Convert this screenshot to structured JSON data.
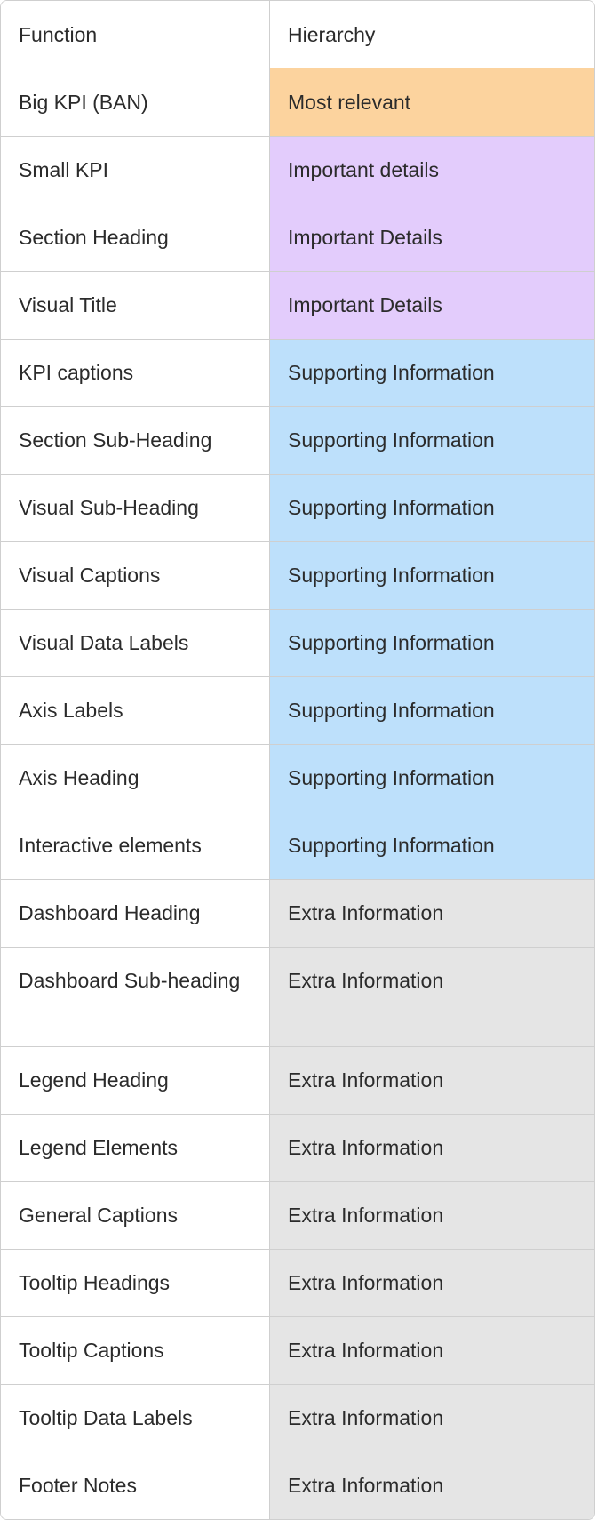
{
  "table": {
    "headers": {
      "function": "Function",
      "hierarchy": "Hierarchy"
    },
    "rows": [
      {
        "function": "Big KPI (BAN)",
        "hierarchy": "Most relevant",
        "tier": "most"
      },
      {
        "function": "Small KPI",
        "hierarchy": "Important details",
        "tier": "important"
      },
      {
        "function": "Section Heading",
        "hierarchy": "Important Details",
        "tier": "important"
      },
      {
        "function": "Visual Title",
        "hierarchy": "Important Details",
        "tier": "important"
      },
      {
        "function": "KPI captions",
        "hierarchy": "Supporting Information",
        "tier": "supporting"
      },
      {
        "function": "Section Sub-Heading",
        "hierarchy": "Supporting Information",
        "tier": "supporting"
      },
      {
        "function": "Visual Sub-Heading",
        "hierarchy": "Supporting Information",
        "tier": "supporting"
      },
      {
        "function": "Visual Captions",
        "hierarchy": "Supporting Information",
        "tier": "supporting"
      },
      {
        "function": "Visual Data Labels",
        "hierarchy": "Supporting Information",
        "tier": "supporting"
      },
      {
        "function": "Axis Labels",
        "hierarchy": "Supporting Information",
        "tier": "supporting"
      },
      {
        "function": "Axis Heading",
        "hierarchy": "Supporting Information",
        "tier": "supporting"
      },
      {
        "function": "Interactive elements",
        "hierarchy": "Supporting Information",
        "tier": "supporting"
      },
      {
        "function": "Dashboard Heading",
        "hierarchy": "Extra Information",
        "tier": "extra"
      },
      {
        "function": "Dashboard Sub-heading",
        "hierarchy": "Extra Information",
        "tier": "extra",
        "tall": true
      },
      {
        "function": "Legend Heading",
        "hierarchy": "Extra Information",
        "tier": "extra"
      },
      {
        "function": "Legend Elements",
        "hierarchy": "Extra Information",
        "tier": "extra"
      },
      {
        "function": "General Captions",
        "hierarchy": "Extra Information",
        "tier": "extra"
      },
      {
        "function": "Tooltip Headings",
        "hierarchy": "Extra Information",
        "tier": "extra"
      },
      {
        "function": "Tooltip Captions",
        "hierarchy": "Extra Information",
        "tier": "extra"
      },
      {
        "function": "Tooltip Data Labels",
        "hierarchy": "Extra Information",
        "tier": "extra"
      },
      {
        "function": "Footer Notes",
        "hierarchy": "Extra Information",
        "tier": "extra"
      }
    ]
  },
  "tier_colors": {
    "header": "#ffffff",
    "most": "#fcd39e",
    "important": "#e3ccfc",
    "supporting": "#bde0fb",
    "extra": "#e5e5e5"
  }
}
